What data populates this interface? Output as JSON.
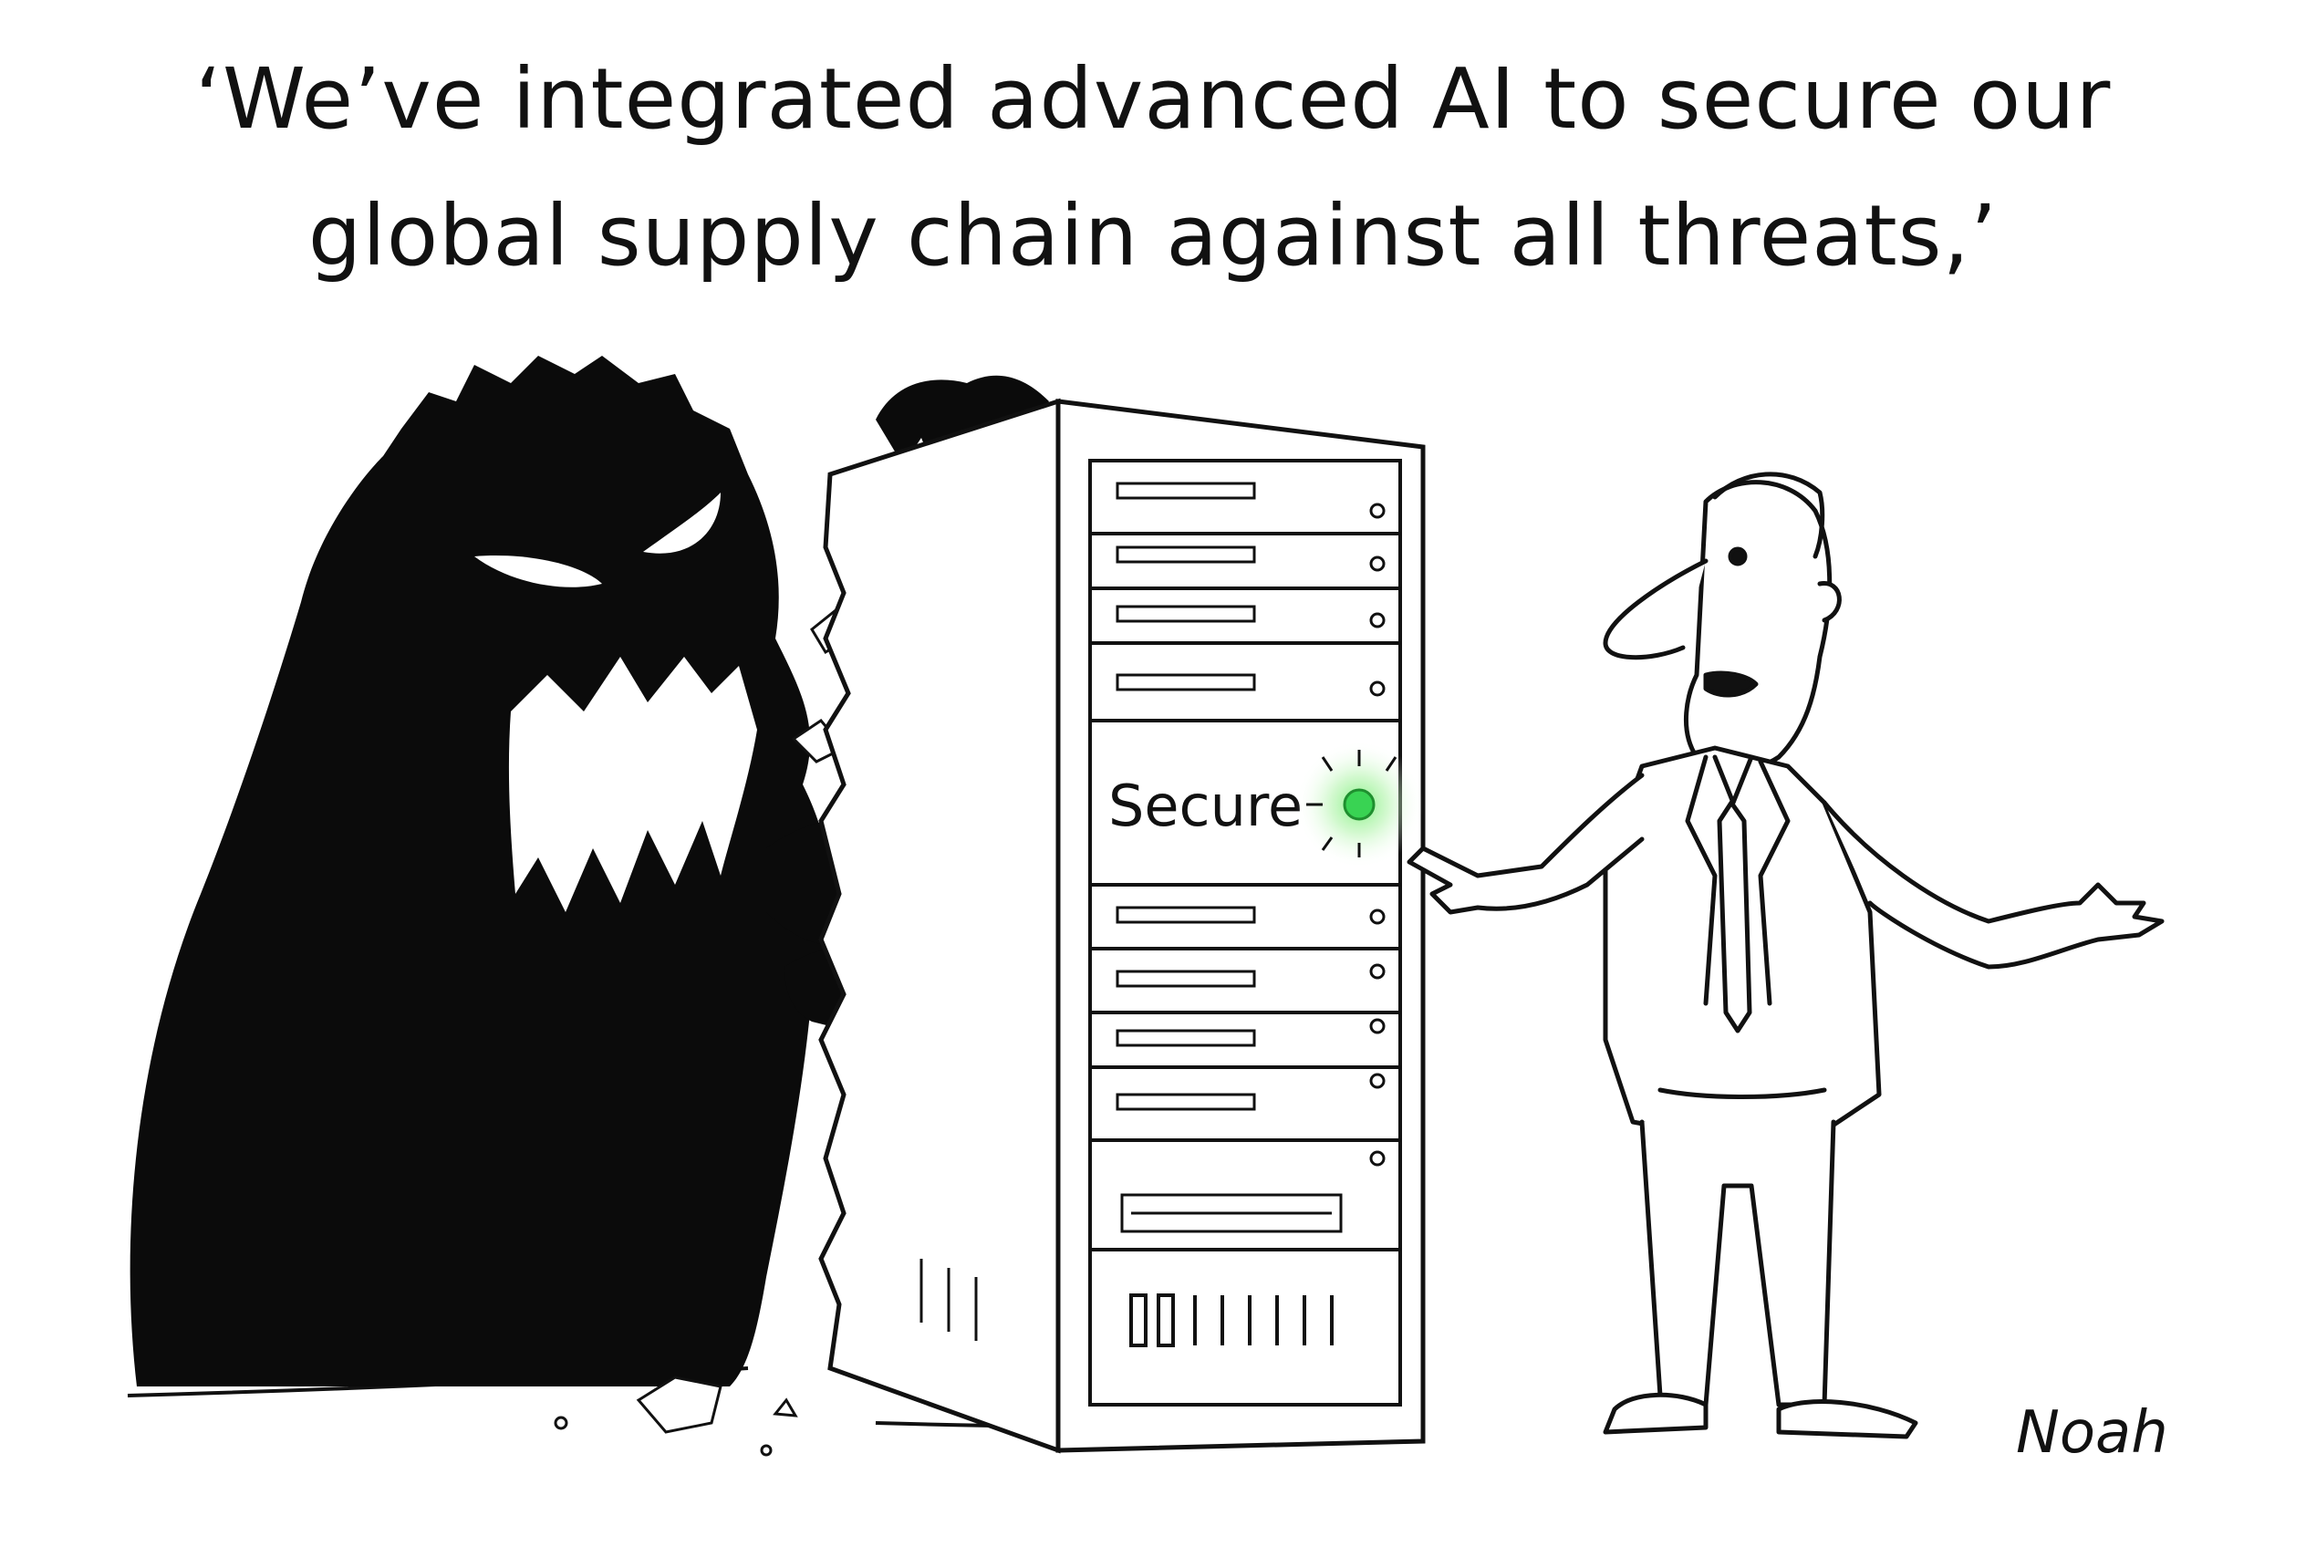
{
  "cartoon": {
    "caption_line1": "‘We’ve integrated advanced AI to secure our",
    "caption_line2": "global supply chain against all threats,’",
    "server_label": "Secure",
    "signature": "Noah"
  },
  "colors": {
    "ink": "#111111",
    "background": "#ffffff",
    "secure_light": "#39d353",
    "glow": "#b6f5b0"
  },
  "icons": [
    "monster-figure",
    "server-rack",
    "businessman-figure",
    "green-status-light"
  ]
}
